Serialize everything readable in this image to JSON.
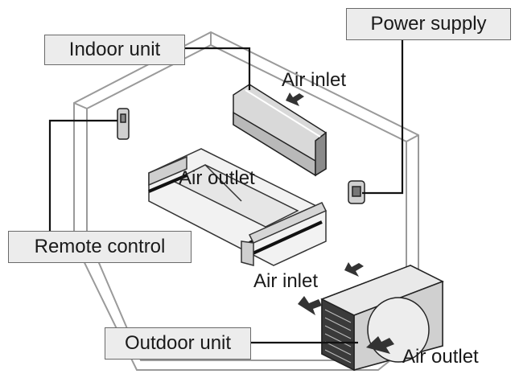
{
  "labels": {
    "indoor_unit": "Indoor unit",
    "power_supply": "Power supply",
    "remote_control": "Remote control",
    "outdoor_unit": "Outdoor unit",
    "air_inlet_indoor": "Air inlet",
    "air_outlet_indoor": "Air outlet",
    "air_inlet_outdoor": "Air inlet",
    "air_outlet_outdoor": "Air outlet"
  },
  "colors": {
    "room_outline": "#9a9a9a",
    "leader_line": "#111111",
    "label_fill": "#ececec",
    "unit_fill": "#d9d9d9",
    "unit_dark": "#3a3a3a"
  }
}
